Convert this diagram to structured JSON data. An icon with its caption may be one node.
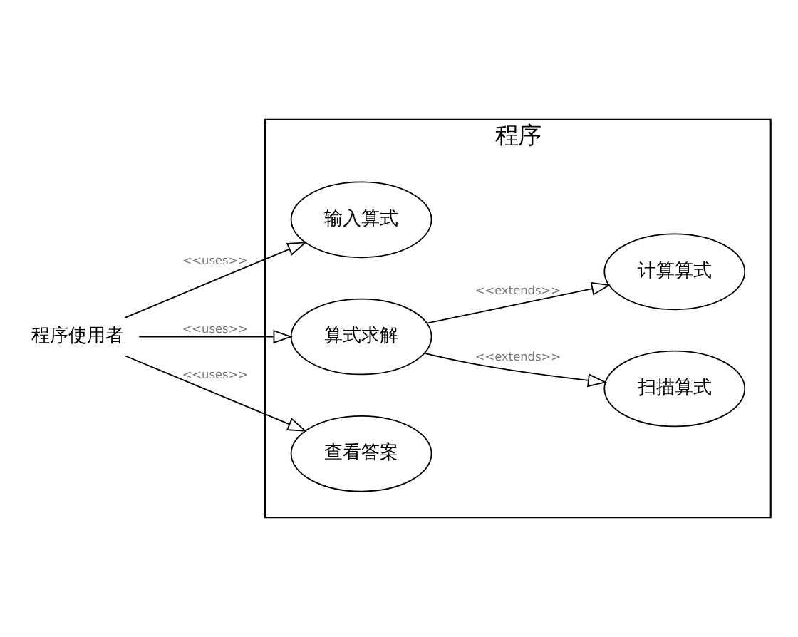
{
  "diagram": {
    "nodes": [
      {
        "text": [
          "程序使用者"
        ]
      },
      {
        "text": [
          "程序"
        ]
      },
      {
        "text": [
          "输入算式"
        ],
        "in": 1
      },
      {
        "text": [
          "计算算式"
        ],
        "in": 1
      },
      {
        "text": [
          "算式求解"
        ],
        "in": 1
      },
      {
        "text": [
          "扫描算式"
        ],
        "in": 1
      },
      {
        "text": [
          "查看答案"
        ],
        "in": 1
      }
    ],
    "edges": [
      {
        "from": 0,
        "to": 2,
        "label": "<<uses>>",
        "arrow": "to"
      },
      {
        "from": 0,
        "to": 4,
        "label": "<<uses>>",
        "arrow": "to"
      },
      {
        "from": 0,
        "to": 6,
        "label": "<<uses>>",
        "arrow": "to"
      },
      {
        "from": 4,
        "to": 3,
        "label": "<<extends>>",
        "arrow": "to"
      },
      {
        "from": 4,
        "to": 5,
        "label": "<<extends>>",
        "arrow": "to"
      }
    ]
  }
}
